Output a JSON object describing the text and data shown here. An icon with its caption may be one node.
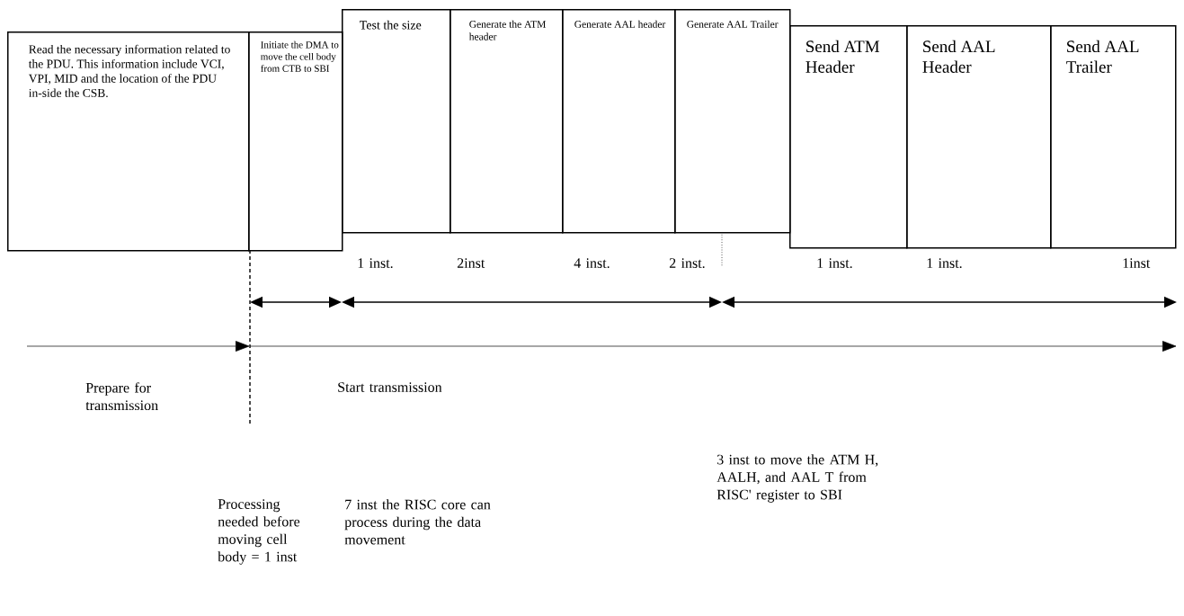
{
  "diagram": {
    "nodes": [
      {
        "text": [
          "Read the necessary information related to the PDU. This information include VCI, VPI, MID and the location of the PDU in-side the CSB."
        ]
      },
      {
        "text": [
          "Initiate the DMA to move the cell body from CTB to SBI"
        ]
      },
      {
        "text": [
          "Test the size"
        ]
      },
      {
        "text": [
          "Generate the ATM header"
        ]
      },
      {
        "text": [
          "Generate AAL header"
        ]
      },
      {
        "text": [
          "Generate AAL Trailer"
        ]
      },
      {
        "text": [
          "Send ATM Header"
        ]
      },
      {
        "text": [
          "Send AAL Header"
        ]
      },
      {
        "text": [
          "Send AAL Trailer"
        ]
      }
    ],
    "labels": [
      "1 inst.",
      "2inst",
      "4 inst.",
      "2 inst.",
      "1 inst.",
      "1 inst.",
      "1inst",
      "Prepare for transmission",
      "Start transmission",
      "3 inst to move the ATM H, AALH, and AAL T from RISC' register to SBI",
      "Processing needed before moving cell body = 1 inst",
      "7 inst the RISC core can process during the data movement"
    ]
  }
}
